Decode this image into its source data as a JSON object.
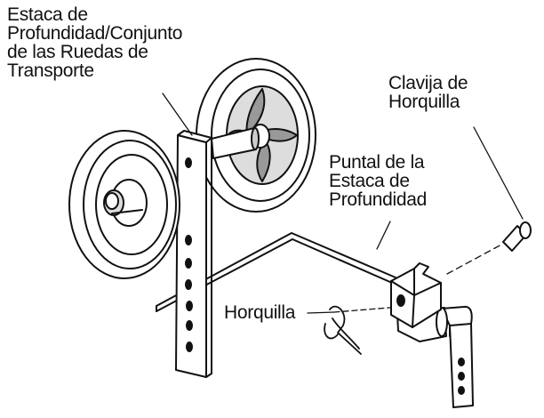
{
  "labels": {
    "assembly": [
      "Estaca de",
      "Profundidad/Conjunto",
      "de las Ruedas de",
      "Transporte"
    ],
    "hitch_pin": [
      "Clavija de",
      "Horquilla"
    ],
    "depth_stake_strut": [
      "Puntal de la",
      "Estaca de",
      "Profundidad"
    ],
    "hairpin": "Horquilla"
  }
}
